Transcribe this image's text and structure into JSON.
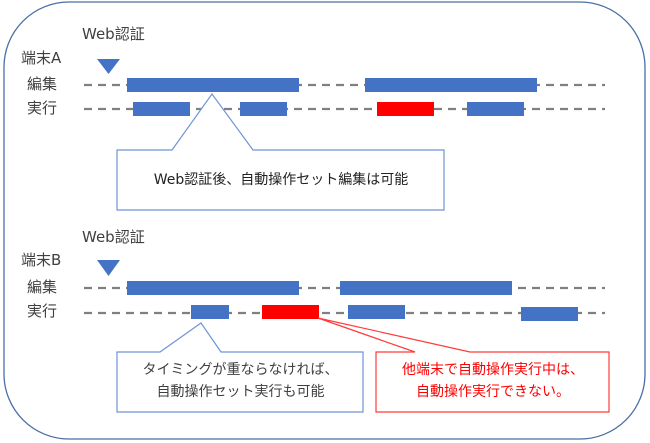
{
  "colors": {
    "bar": "#4472c4",
    "conflict": "#ff0000",
    "dash": "#808080",
    "frame": "#4a6fa5",
    "text": "#404040"
  },
  "terminals": [
    {
      "name": "端末A",
      "auth_label": "Web認証",
      "rows": [
        {
          "label": "編集",
          "segments": [
            {
              "kind": "edit"
            },
            {
              "kind": "edit"
            }
          ]
        },
        {
          "label": "実行",
          "segments": [
            {
              "kind": "exec"
            },
            {
              "kind": "exec"
            },
            {
              "kind": "conflict"
            },
            {
              "kind": "exec"
            }
          ]
        }
      ]
    },
    {
      "name": "端末B",
      "auth_label": "Web認証",
      "rows": [
        {
          "label": "編集",
          "segments": [
            {
              "kind": "edit"
            },
            {
              "kind": "edit"
            }
          ]
        },
        {
          "label": "実行",
          "segments": [
            {
              "kind": "exec"
            },
            {
              "kind": "conflict"
            },
            {
              "kind": "exec"
            },
            {
              "kind": "exec"
            }
          ]
        }
      ]
    }
  ],
  "callouts": {
    "edit_after_auth": "Web認証後、自動操作セット編集は可能",
    "exec_no_overlap_line1": "タイミングが重ならなければ、",
    "exec_no_overlap_line2": "自動操作セット実行も可能",
    "exec_blocked_line1": "他端末で自動操作実行中は、",
    "exec_blocked_line2": "自動操作実行できない。"
  }
}
